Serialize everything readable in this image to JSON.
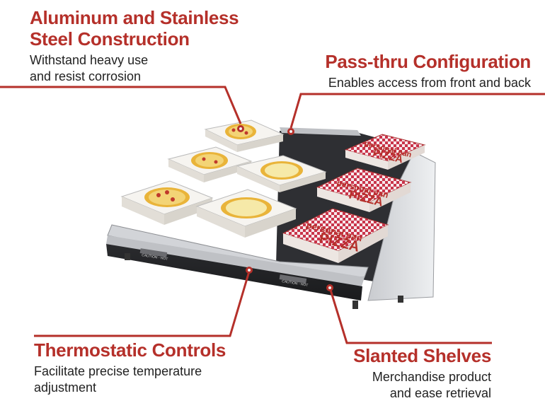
{
  "colors": {
    "accent": "#b5302a",
    "text": "#222222"
  },
  "callouts": {
    "construction": {
      "title_line1": "Aluminum and Stainless",
      "title_line2": "Steel Construction",
      "desc_line1": "Withstand heavy use",
      "desc_line2": "and resist corrosion"
    },
    "passthru": {
      "title": "Pass-thru Configuration",
      "desc": "Enables access from front and back"
    },
    "thermostat": {
      "title": "Thermostatic Controls",
      "desc_line1": "Facilitate precise temperature",
      "desc_line2": "adjustment"
    },
    "shelves": {
      "title": "Slanted Shelves",
      "desc_line1": "Merchandise product",
      "desc_line2": "and ease retrieval"
    }
  },
  "product": {
    "box_text_small": "personal pan",
    "box_text_big": "PIZZA",
    "panel_label": "CAUTION - HOT"
  }
}
